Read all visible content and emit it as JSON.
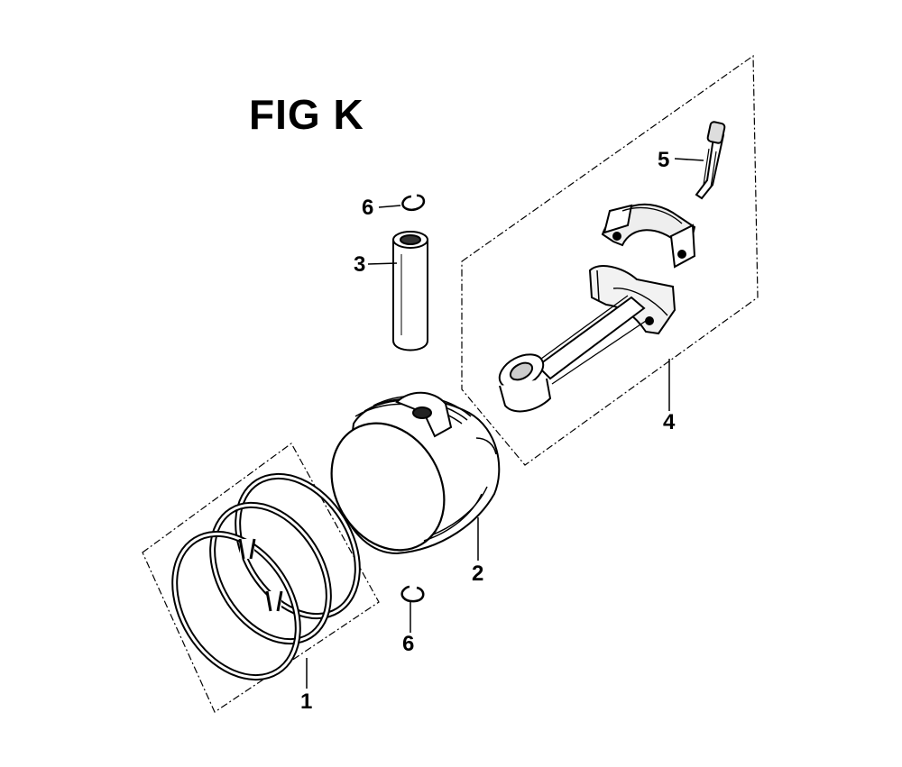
{
  "figure": {
    "title": "FIG K"
  },
  "callouts": {
    "piston_rings": "1",
    "piston": "2",
    "piston_pin": "3",
    "connecting_rod": "4",
    "rod_bolt": "5",
    "pin_clip_top": "6",
    "pin_clip_bottom": "6"
  },
  "colors": {
    "ink": "#000000",
    "paper": "#ffffff",
    "shade": "#444444"
  }
}
